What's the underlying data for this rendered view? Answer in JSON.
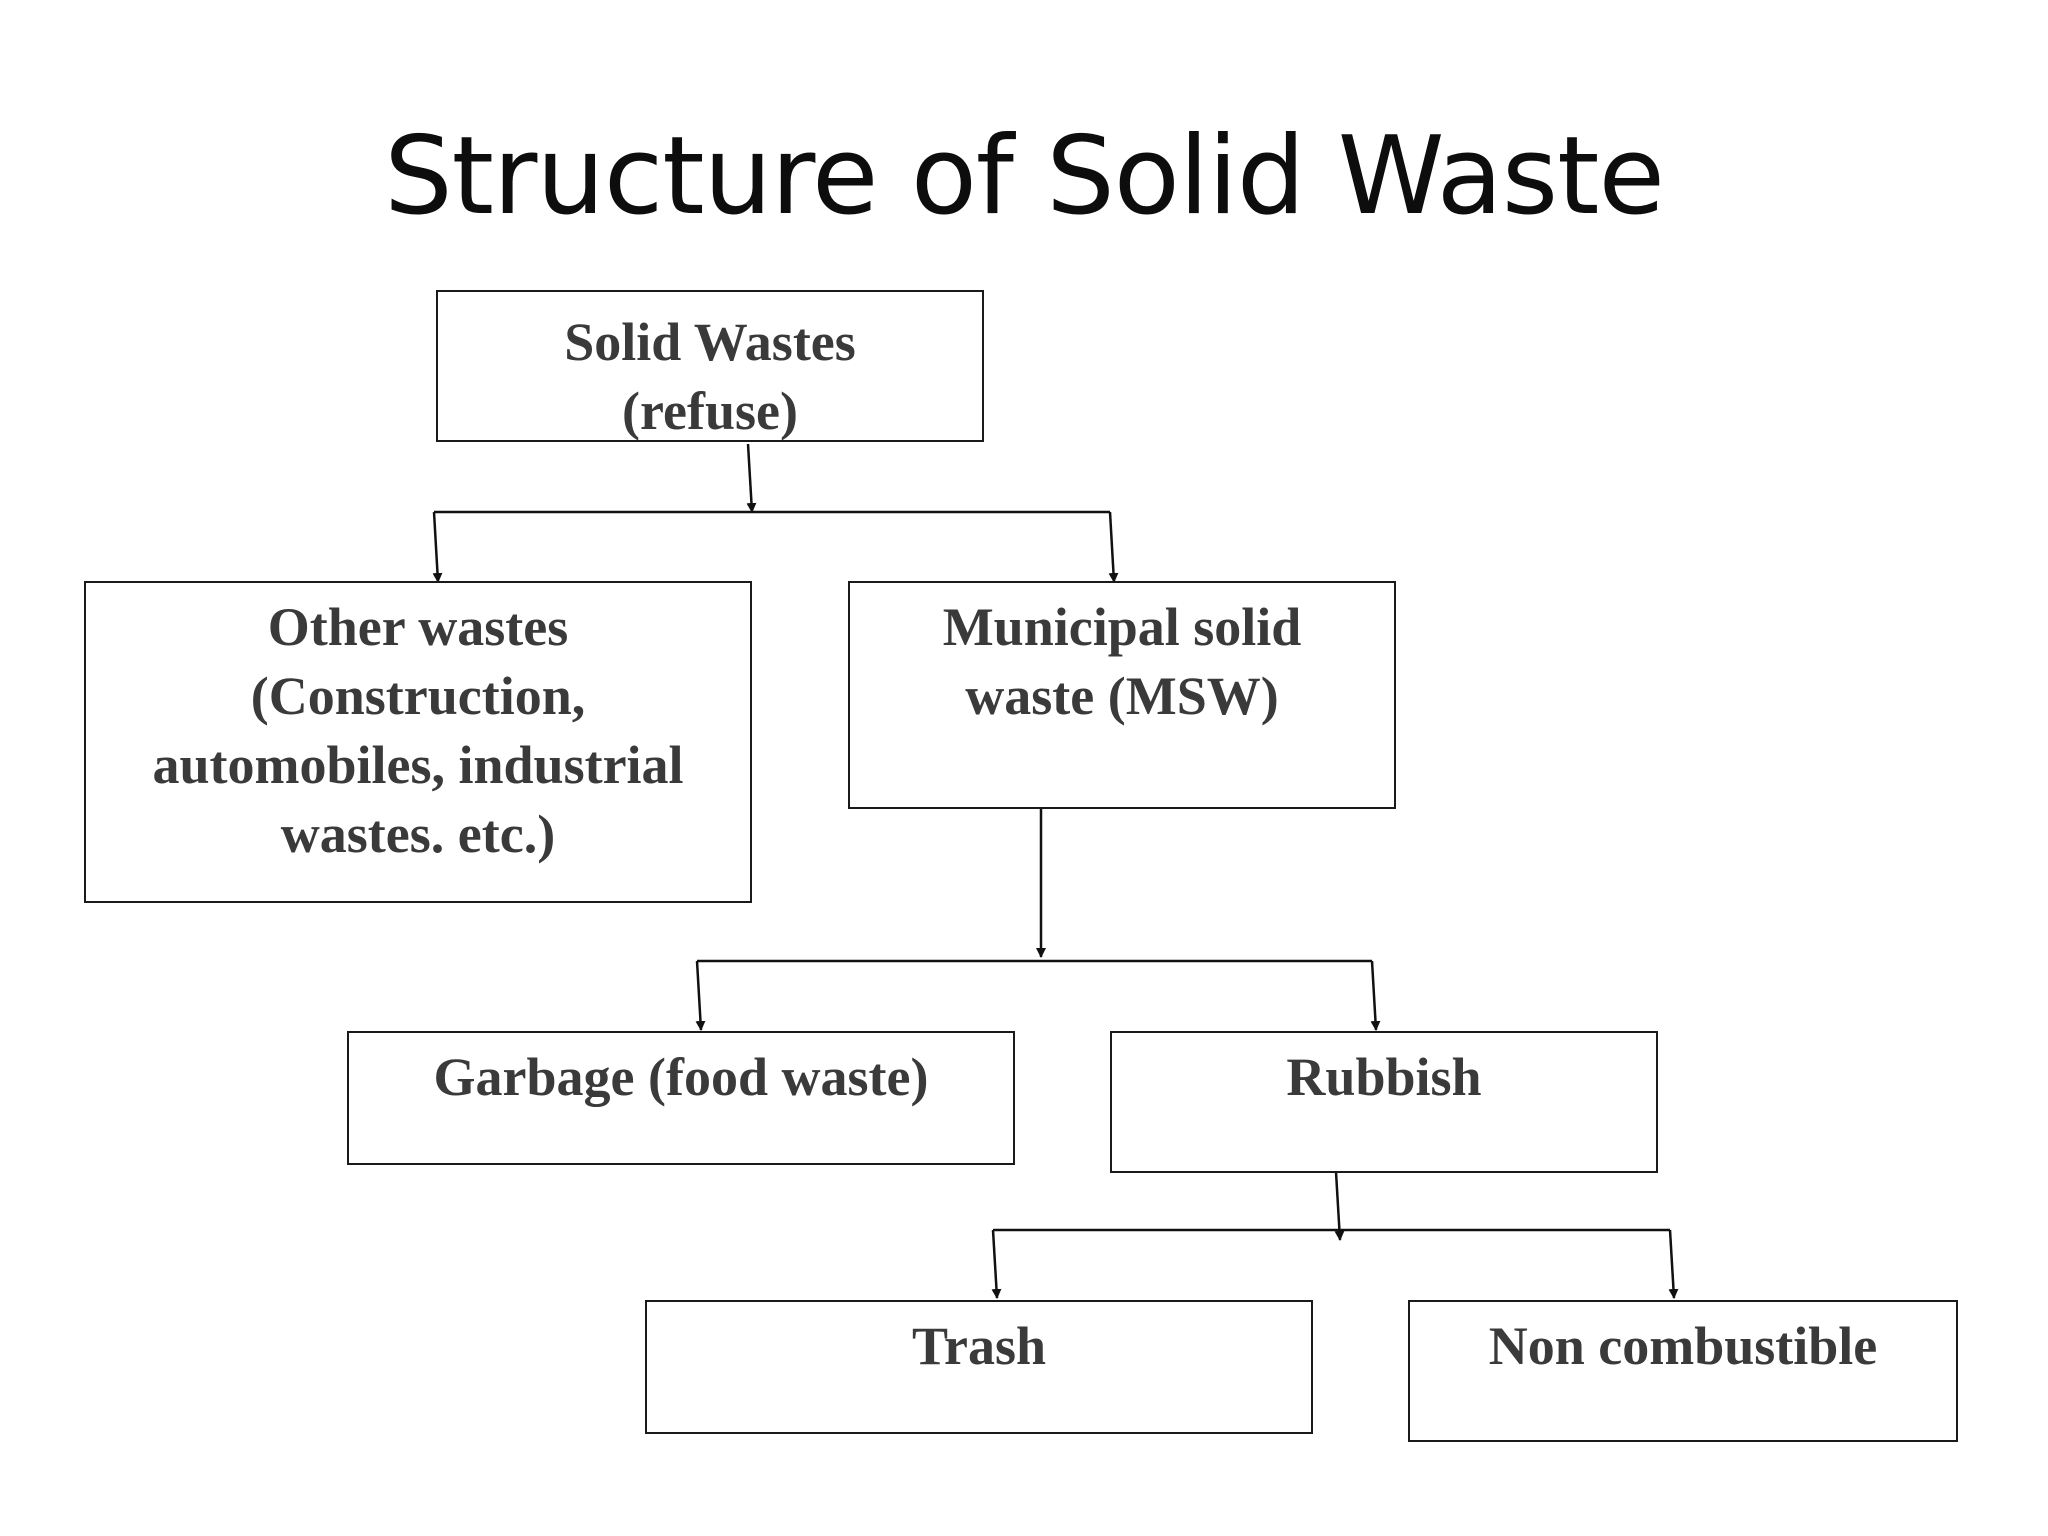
{
  "title": "Structure of Solid Waste",
  "nodes": {
    "solid_wastes": {
      "lines": [
        "Solid Wastes",
        "(refuse)"
      ]
    },
    "other_wastes": {
      "lines": [
        "Other wastes",
        "(Construction,",
        "automobiles, industrial",
        "wastes. etc.)"
      ]
    },
    "msw": {
      "lines": [
        "Municipal solid",
        "waste (MSW)"
      ]
    },
    "garbage": {
      "lines": [
        "Garbage (food waste)"
      ]
    },
    "rubbish": {
      "lines": [
        "Rubbish"
      ]
    },
    "trash": {
      "lines": [
        "Trash"
      ]
    },
    "non_combustible": {
      "lines": [
        "Non combustible"
      ]
    }
  }
}
